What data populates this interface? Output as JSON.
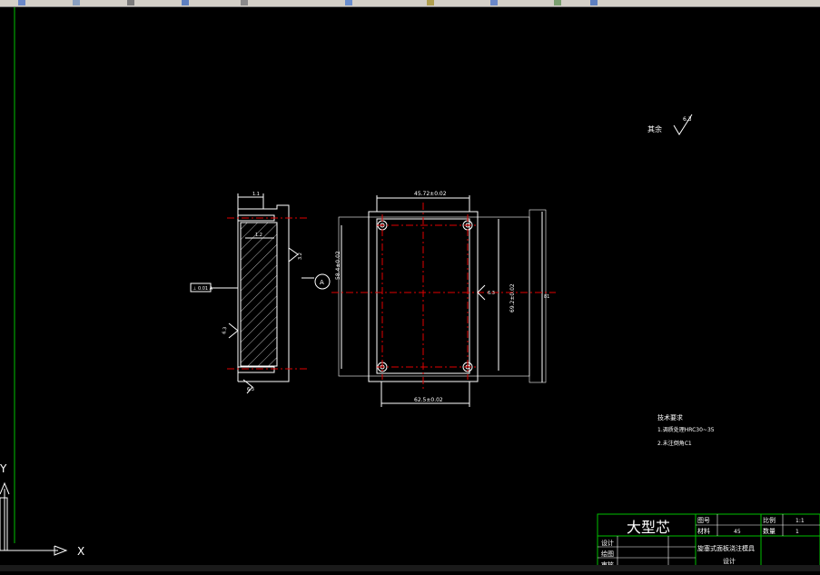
{
  "toolbar": {
    "icons": [
      "open-icon",
      "save-icon",
      "undo-icon",
      "redo-icon",
      "zoom-icon",
      "pan-icon",
      "layer-icon",
      "properties-icon",
      "match-icon",
      "help-icon"
    ]
  },
  "drawing": {
    "roughness_note_label": "其余",
    "roughness_note_value": "6.3",
    "datum_label": "A",
    "left_view": {
      "top_dim": "1.1",
      "inner_dim": "1.2",
      "side_dim": "3.2",
      "tol_frame": "⊥ 0.01 A",
      "rough_left": "6.3",
      "rough_bottom": "6.3"
    },
    "front_view": {
      "top_dim": "45.72±0.02",
      "bottom_dim": "62.5±0.02",
      "left_dim": "58.4±0.02",
      "right_dim": "69.2±0.02",
      "outer_right_dim": "81",
      "rough_mark": "6.3"
    },
    "tech_requirements": {
      "title": "技术要求",
      "line1": "1.调质处理HRC30~35",
      "line2": "2.未注倒角C1"
    }
  },
  "title_block": {
    "part_name": "大型芯",
    "drawing_no_label": "图号",
    "material_label": "材料",
    "material_value": "45",
    "scale_label": "比例",
    "scale_value": "1:1",
    "qty_label": "数量",
    "qty_value": "1",
    "design_label": "设计",
    "drawing_label": "绘图",
    "review_label": "审核",
    "project_title": "旋塞式面板浇注模具",
    "project_subtitle": "设计"
  },
  "ucs": {
    "x_label": "X",
    "y_label": "Y"
  }
}
